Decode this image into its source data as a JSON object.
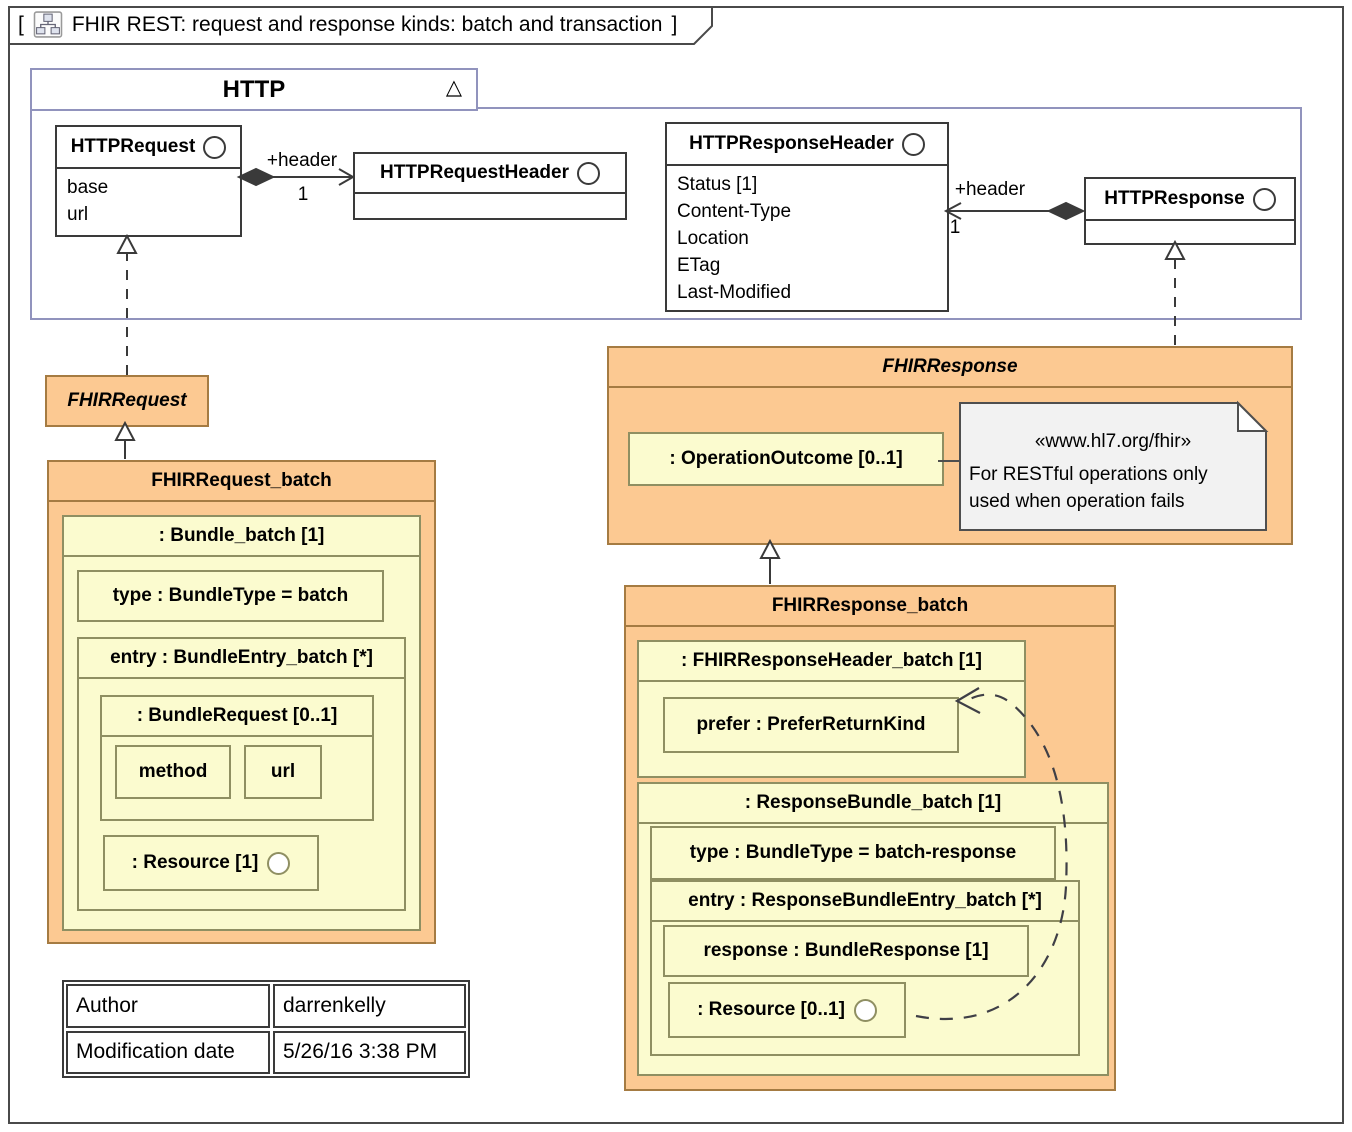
{
  "frame": {
    "bracket_open": "[",
    "bracket_close": "]",
    "title": "FHIR REST: request and response kinds: batch and transaction"
  },
  "http_package": {
    "name": "HTTP",
    "collapse_glyph": "△",
    "http_request": {
      "name": "HTTPRequest",
      "attributes": [
        "base",
        "url"
      ]
    },
    "http_request_header": {
      "name": "HTTPRequestHeader"
    },
    "http_response_header": {
      "name": "HTTPResponseHeader",
      "attributes": [
        "Status [1]",
        "Content-Type",
        "Location",
        "ETag",
        "Last-Modified"
      ]
    },
    "http_response": {
      "name": "HTTPResponse"
    },
    "request_header_assoc": {
      "role": "+header",
      "multiplicity": "1"
    },
    "response_header_assoc": {
      "role": "+header",
      "multiplicity": "1"
    }
  },
  "fhir_request": {
    "name": "FHIRRequest"
  },
  "fhir_request_batch": {
    "name": "FHIRRequest_batch",
    "bundle": {
      "label": ": Bundle_batch [1]",
      "type": "type : BundleType = batch",
      "entry": {
        "label": "entry : BundleEntry_batch [*]",
        "bundle_request": {
          "label": ": BundleRequest [0..1]",
          "method": "method",
          "url": "url"
        },
        "resource": ": Resource [1]"
      }
    }
  },
  "fhir_response": {
    "name": "FHIRResponse",
    "operation_outcome": ": OperationOutcome [0..1]",
    "note": {
      "stereotype": "«www.hl7.org/fhir»",
      "line1": "For RESTful operations only",
      "line2": "used when operation fails"
    }
  },
  "fhir_response_batch": {
    "name": "FHIRResponse_batch",
    "response_header": {
      "label": ": FHIRResponseHeader_batch [1]",
      "prefer": "prefer : PreferReturnKind"
    },
    "bundle": {
      "label": ": ResponseBundle_batch [1]",
      "type": "type : BundleType = batch-response",
      "entry": {
        "label": "entry : ResponseBundleEntry_batch [*]",
        "response": "response : BundleResponse [1]",
        "resource": ": Resource [0..1]"
      }
    }
  },
  "metadata_table": {
    "rows": [
      {
        "key": "Author",
        "value": "darrenkelly"
      },
      {
        "key": "Modification date",
        "value": "5/26/16 3:38 PM"
      }
    ]
  },
  "colors": {
    "orange_fill": "#fcc992",
    "orange_border": "#a57b42",
    "yellow_fill": "#fbfbcf",
    "yellow_border": "#8f8f62",
    "package_border": "#9193bd",
    "class_border": "#3a3a3a",
    "note_fill": "#f2f2f2",
    "frame_border": "#4a4a4a"
  }
}
